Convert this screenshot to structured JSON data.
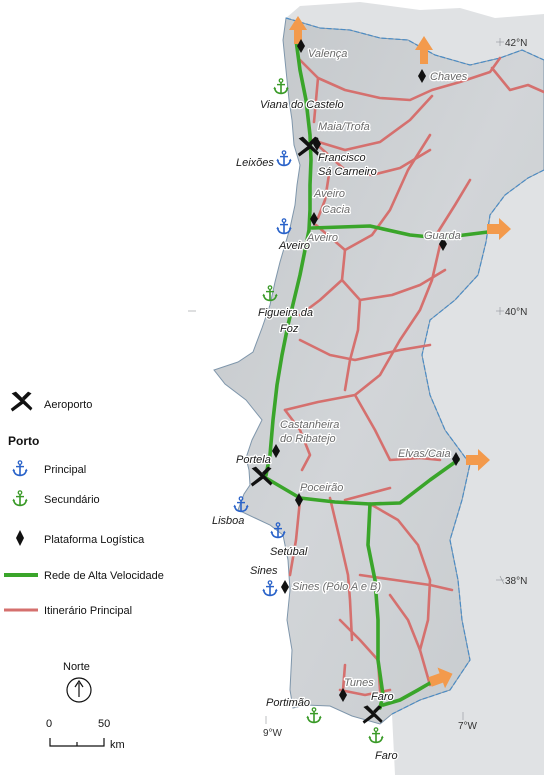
{
  "colors": {
    "sea": "#ffffff",
    "land": "#cfd3d6",
    "spain": "#e2e4e6",
    "high_speed": "#3aa52a",
    "main_route": "#d5706e",
    "port_main": "#2a63c9",
    "port_secondary": "#3a9a28",
    "border": "#4c8cc4",
    "arrow": "#f39a4c",
    "marker": "#111111"
  },
  "coordinates": {
    "lat_42": "42°N",
    "lat_40": "40°N",
    "lat_38": "38°N",
    "lon_9": "9°W",
    "lon_7": "7°W"
  },
  "places": {
    "valenca": "Valença",
    "chaves": "Chaves",
    "viana": "Viana do Castelo",
    "maia": "Maia/Trofa",
    "leixoes": "Leixões",
    "francisco_1": "Francisco",
    "francisco_2": "Sá Carneiro",
    "aveiro_cacia_1": "Aveiro",
    "aveiro_cacia_2": "Cacia",
    "aveiro_port": "Aveiro",
    "aveiro_plat": "Aveiro",
    "guarda": "Guarda",
    "figueira_1": "Figueira da",
    "figueira_2": "Foz",
    "castanheira_1": "Castanheira",
    "castanheira_2": "do Ribatejo",
    "portela": "Portela",
    "lisboa": "Lisboa",
    "poceirao": "Poceirão",
    "elvas": "Elvas/Caia",
    "setubal": "Setúbal",
    "sines_port": "Sines",
    "sines_plat": "Sines (Pólo A e B)",
    "tunes": "Tunes",
    "faro_air": "Faro",
    "portimao": "Portimão",
    "faro_port": "Faro"
  },
  "legend": {
    "airport": "Aeroporto",
    "port_title": "Porto",
    "port_main": "Principal",
    "port_secondary": "Secundário",
    "platform": "Plataforma Logística",
    "high_speed": "Rede de Alta Velocidade",
    "main_route": "Itinerário Principal"
  },
  "scale": {
    "north": "Norte",
    "zero": "0",
    "fifty": "50",
    "unit": "km"
  }
}
